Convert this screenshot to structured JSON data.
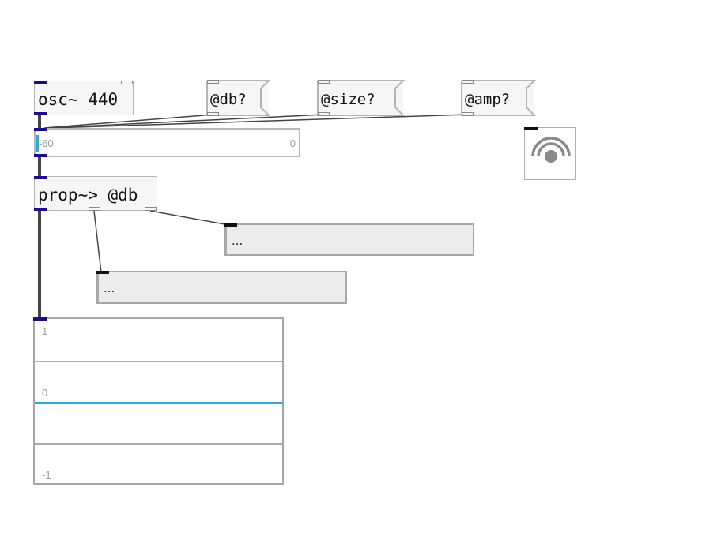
{
  "objects": {
    "osc": {
      "text": "osc~ 440"
    },
    "prop": {
      "text": "prop~> @db"
    }
  },
  "messages": {
    "db": {
      "text": "@db?"
    },
    "size": {
      "text": "@size?"
    },
    "amp": {
      "text": "@amp?"
    }
  },
  "slider": {
    "min_label": "-60",
    "max_label": "0",
    "value": -60
  },
  "displays": {
    "right": {
      "text": "..."
    },
    "left": {
      "text": "..."
    }
  },
  "scope": {
    "top_label": "1",
    "mid_label": "0",
    "bottom_label": "-1",
    "signal_level": 0
  },
  "icons": {
    "dac": "speaker-arc-icon"
  },
  "colors": {
    "signal_inlet": "#1a0a9a",
    "slider_knob": "#2fa8e0",
    "scope_trace": "#2fa8e0",
    "wire": "#444444"
  }
}
